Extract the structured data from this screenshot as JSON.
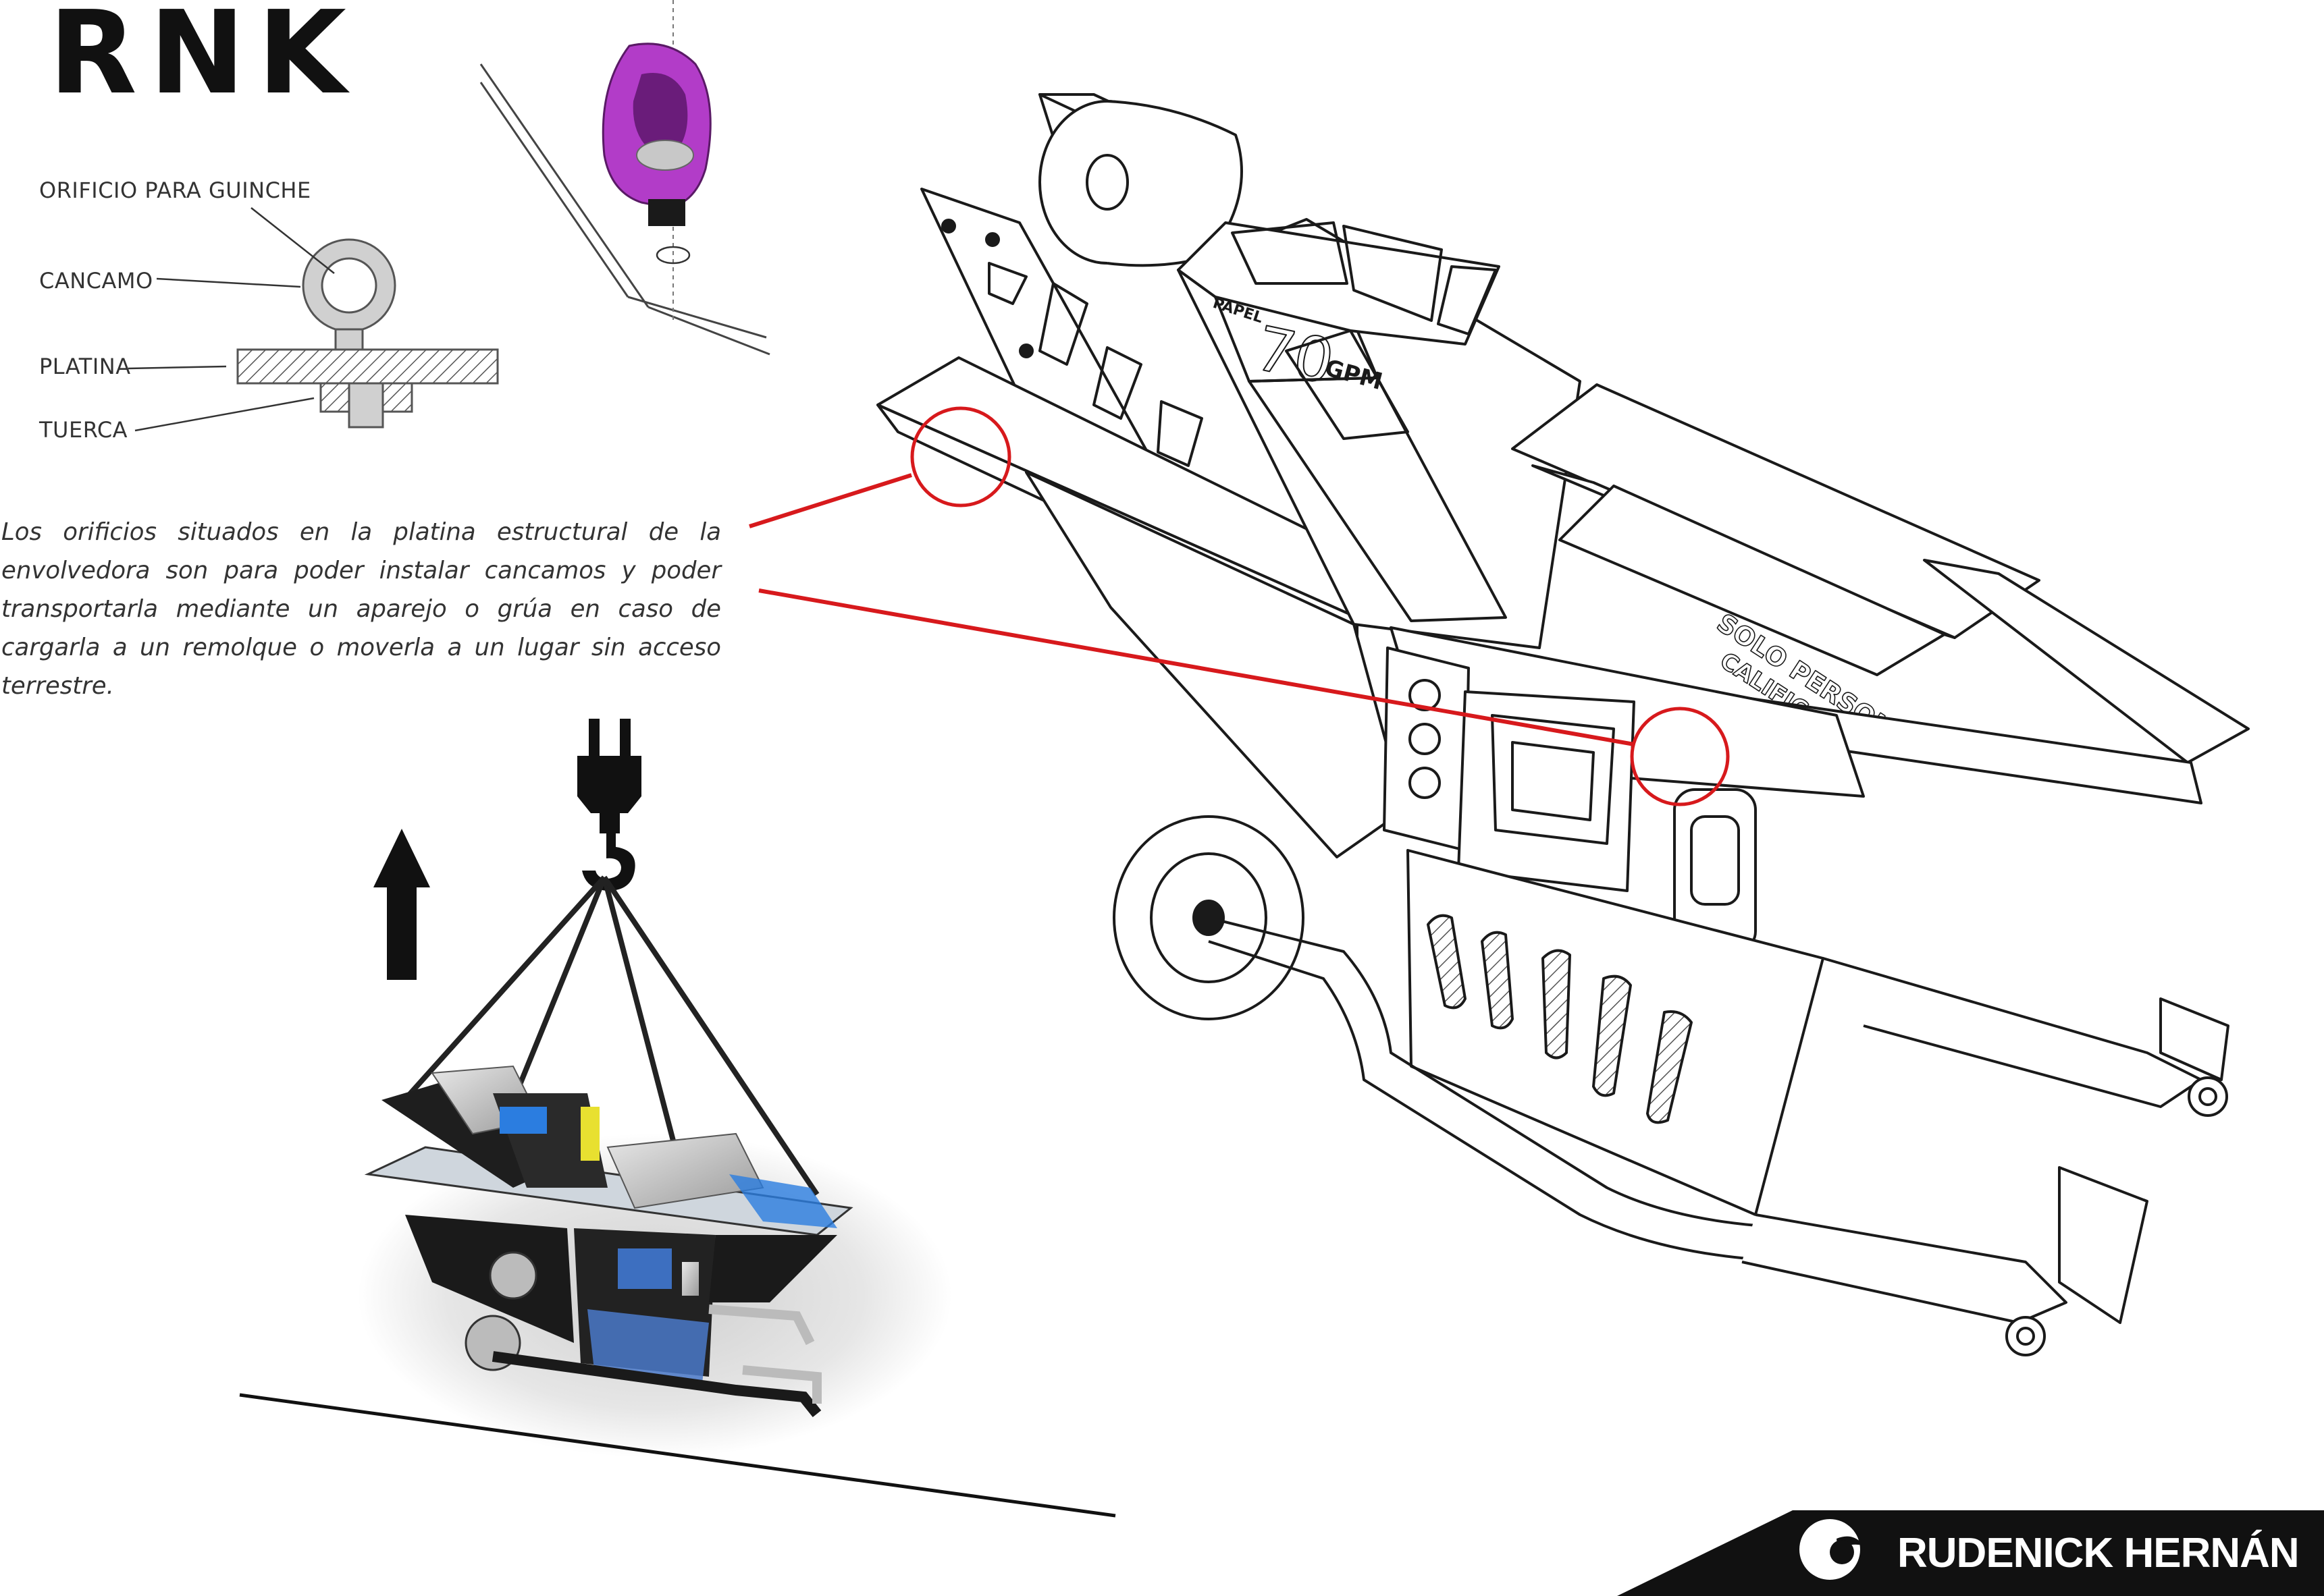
{
  "logo": {
    "text": "RNK"
  },
  "labels": {
    "orificio": "ORIFICIO PARA GUINCHE",
    "cancamo": "CANCAMO",
    "platina": "PLATINA",
    "tuerca": "TUERCA"
  },
  "machine_labels": {
    "papel": "PAPEL",
    "speed": "70",
    "unit": "GPM",
    "warning_line1": "SOLO PERSONAL",
    "warning_line2": "CALIFICADO"
  },
  "description": "Los orificios situados en la platina estructural de la envolvedora son para poder instalar cancamos y poder transportarla mediante un aparejo o grúa en caso de cargarla a un remolque o moverla a un lugar sin acceso terrestre.",
  "footer": {
    "author": "RUDENICK HERNÁN"
  },
  "colors": {
    "highlight": "#d7191c",
    "eyebolt": "#b23cc8",
    "ink": "#1a1a1a",
    "hatch": "#555555"
  }
}
